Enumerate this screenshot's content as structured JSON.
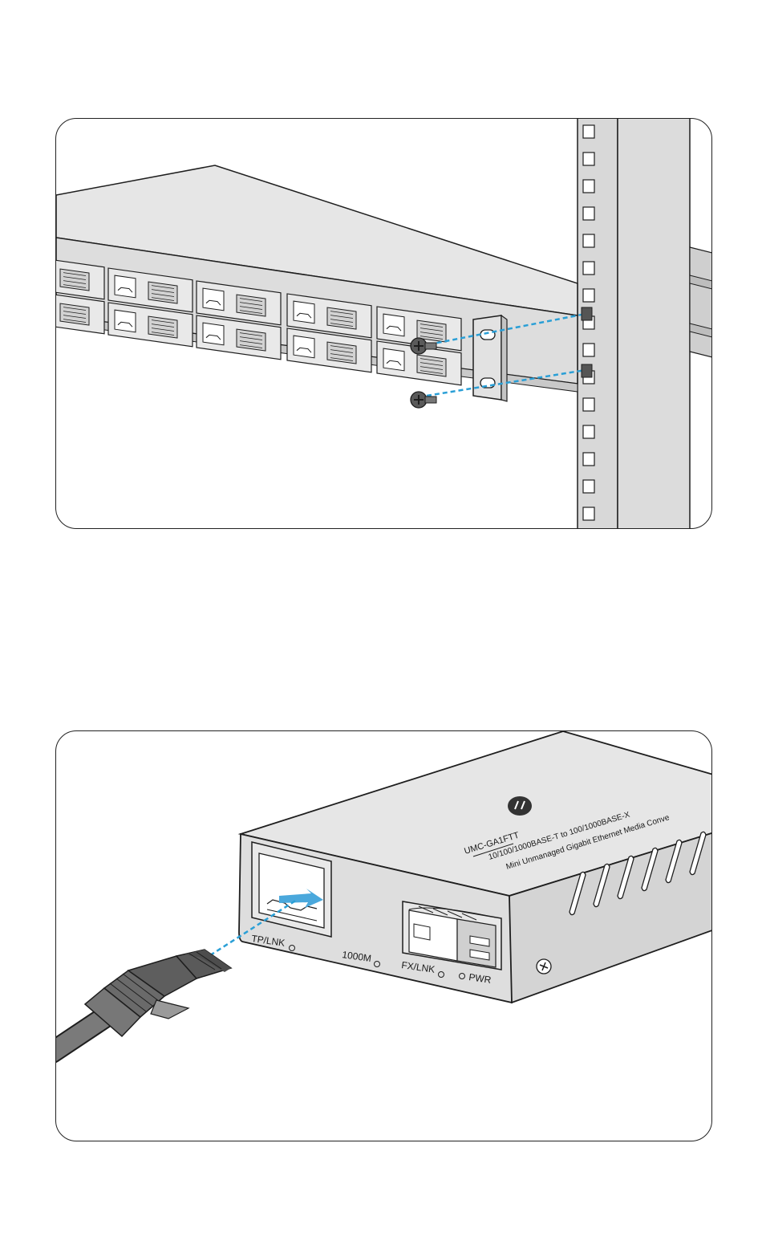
{
  "top_panel": {},
  "bottom_panel": {
    "model_label": "UMC-GA1FTT",
    "description_line1": "10/100/1000BASE-T to 100/1000BASE-X",
    "description_line2": "Mini Unmanaged Gigabit Ethernet Media Conve",
    "port_labels": {
      "tp_lnk": "TP/LNK",
      "speed": "1000M",
      "fx_lnk": "FX/LNK",
      "pwr": "PWR"
    }
  },
  "colors": {
    "device_fill": "#e4e4e4",
    "device_side": "#cfcfcf",
    "outline": "#1e1e1e",
    "accent_dash": "#2a9fd6",
    "cable": "#7a7a7a"
  },
  "icons": {
    "screw": "screw-icon",
    "logo": "brand-logo-icon"
  }
}
